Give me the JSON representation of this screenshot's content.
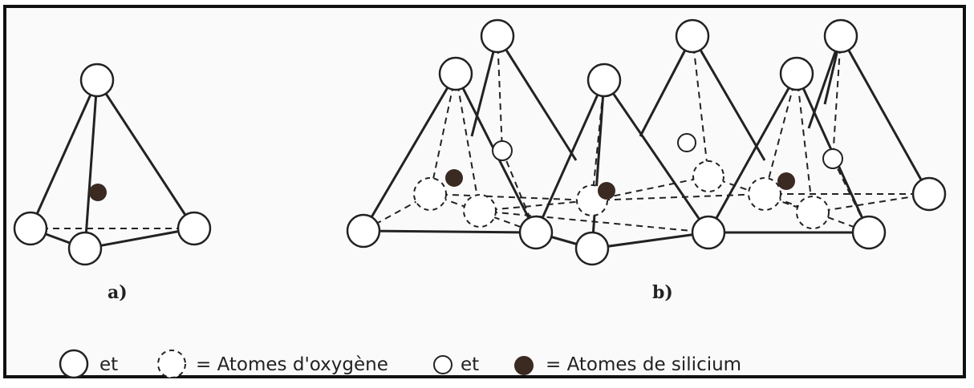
{
  "panels": {
    "a_label": "a)",
    "b_label": "b)"
  },
  "legend": {
    "et_1": "et",
    "oxygen_text": "= Atomes d'oxygène",
    "et_2": "et",
    "silicon_text": "= Atomes de silicium"
  },
  "colors": {
    "stroke": "#222222",
    "atom_fill": "#ffffff",
    "silicon_dark": "#3a2a22"
  }
}
